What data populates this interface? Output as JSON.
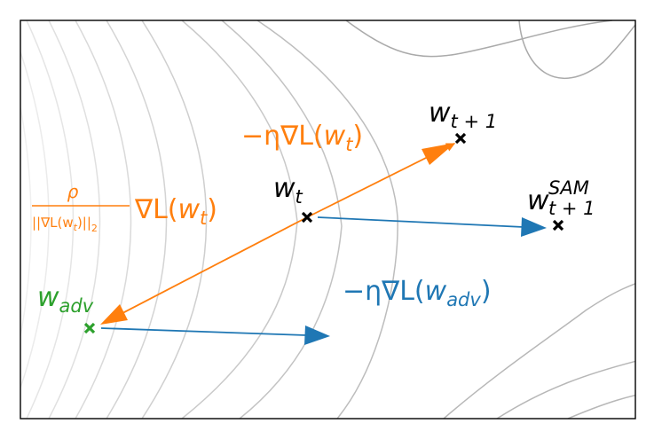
{
  "colors": {
    "orange": "#ff7f0e",
    "blue": "#1f77b4",
    "green": "#2ca02c",
    "black": "#000000",
    "contour": "#b0b0b0",
    "frame": "#000000"
  },
  "labels": {
    "w_t": {
      "base": "w",
      "sub": "t"
    },
    "w_t1": {
      "base": "w",
      "sub": "t + 1"
    },
    "w_sam": {
      "base": "w",
      "sup": "SAM",
      "sub": "t + 1"
    },
    "w_adv": {
      "base": "w",
      "sub": "adv"
    },
    "grad_step": {
      "prefix": "−η∇L(",
      "arg": "w",
      "sub": "t",
      "suffix": ")"
    },
    "adv_step": {
      "prefix": "−η∇L(",
      "arg": "w",
      "sub": "adv",
      "suffix": ")"
    },
    "perturb": {
      "num": "ρ",
      "den": "||∇L(w",
      "den_sub": "t",
      "den_suffix": ")||",
      "den_norm": "2",
      "grad": "∇L(",
      "arg": "w",
      "sub": "t",
      "suffix": ")"
    }
  }
}
